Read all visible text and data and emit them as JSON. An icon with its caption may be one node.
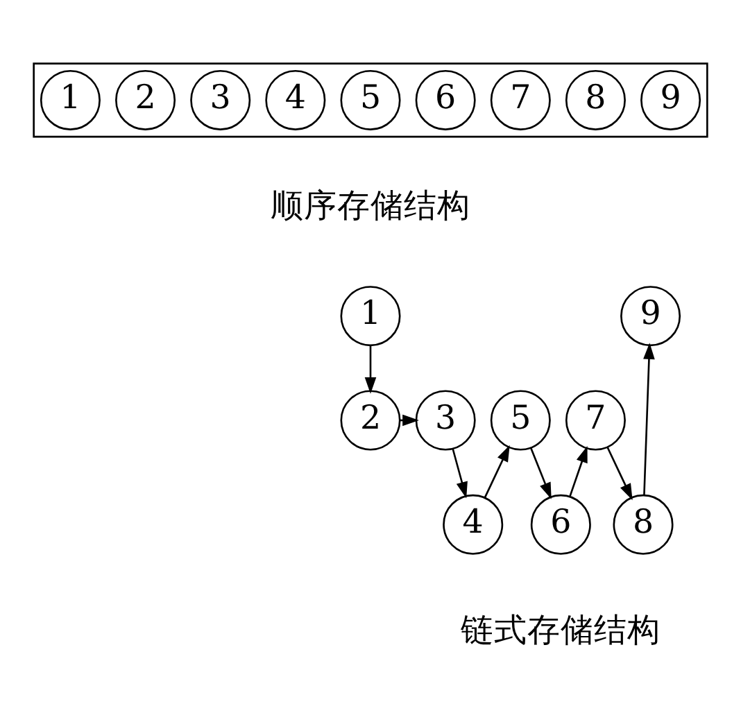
{
  "diagram": {
    "nodes": [
      {
        "text": [],
        "shape": "box"
      },
      {
        "text": [
          "1"
        ],
        "in": 0
      },
      {
        "text": [
          "2"
        ],
        "in": 0
      },
      {
        "text": [
          "3"
        ],
        "in": 0
      },
      {
        "text": [
          "4"
        ],
        "in": 0
      },
      {
        "text": [
          "5"
        ],
        "in": 0
      },
      {
        "text": [
          "6"
        ],
        "in": 0
      },
      {
        "text": [
          "7"
        ],
        "in": 0
      },
      {
        "text": [
          "8"
        ],
        "in": 0
      },
      {
        "text": [
          "9"
        ],
        "in": 0
      },
      {
        "text": [
          "1"
        ]
      },
      {
        "text": [
          "9"
        ]
      },
      {
        "text": [
          "2"
        ]
      },
      {
        "text": [
          "3"
        ]
      },
      {
        "text": [
          "7"
        ]
      },
      {
        "text": [
          "5"
        ]
      },
      {
        "text": [
          "8"
        ]
      },
      {
        "text": [
          "4"
        ]
      },
      {
        "text": [
          "6"
        ]
      }
    ],
    "edges": [
      {
        "from": 10,
        "to": 12,
        "arrow": "to"
      },
      {
        "from": 12,
        "to": 13,
        "arrow": "to"
      },
      {
        "from": 13,
        "to": 17,
        "arrow": "to"
      },
      {
        "from": 17,
        "to": 15,
        "arrow": "to"
      },
      {
        "from": 15,
        "to": 18,
        "arrow": "to"
      },
      {
        "from": 18,
        "to": 14,
        "arrow": "to"
      },
      {
        "from": 14,
        "to": 16,
        "arrow": "to"
      },
      {
        "from": 16,
        "to": 11,
        "arrow": "to"
      }
    ],
    "labels": [
      "顺序存储结构",
      "链式存储结构"
    ]
  }
}
